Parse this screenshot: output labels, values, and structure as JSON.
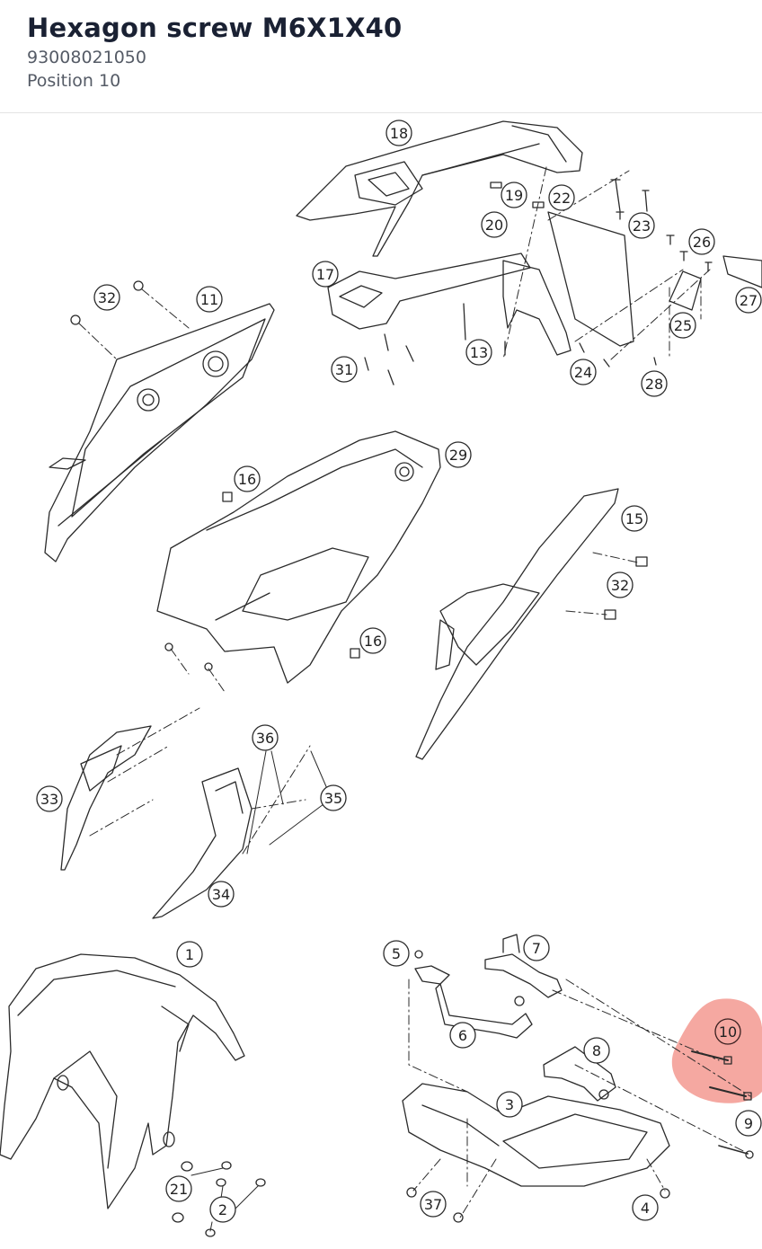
{
  "part": {
    "title": "Hexagon screw M6X1X40",
    "part_number": "93008021050",
    "position_label": "Position 10"
  },
  "diagram": {
    "highlight_color": "#f28b82",
    "callouts": [
      "18",
      "19",
      "22",
      "20",
      "23",
      "26",
      "17",
      "27",
      "32",
      "11",
      "25",
      "13",
      "31",
      "24",
      "28",
      "16",
      "29",
      "15",
      "32",
      "16",
      "36",
      "33",
      "35",
      "34",
      "1",
      "5",
      "7",
      "10",
      "6",
      "8",
      "3",
      "9",
      "21",
      "2",
      "37",
      "4"
    ],
    "highlighted_position": "10"
  }
}
